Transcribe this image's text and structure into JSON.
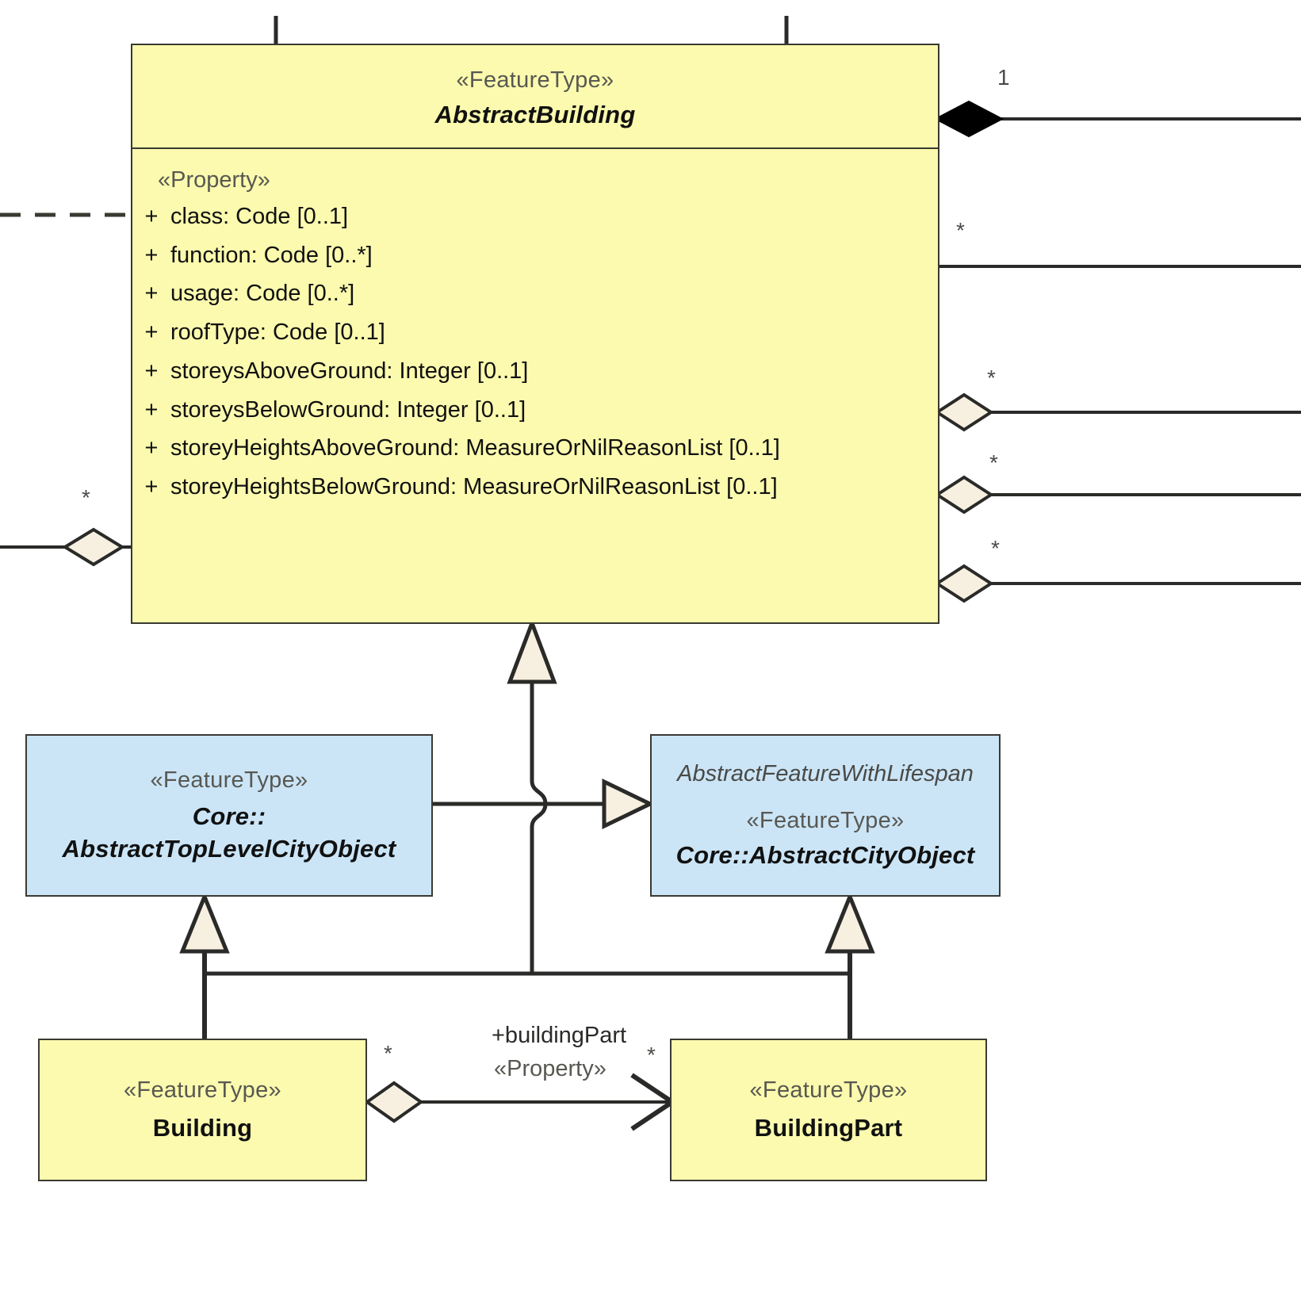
{
  "diagram": {
    "type": "uml-class-diagram",
    "title": "AbstractBuilding class diagram",
    "colors": {
      "class_fill_yellow": "#fbfaae",
      "class_fill_blue": "#cbe5f7",
      "border": "#3a3a32",
      "stereotype_text": "#585852",
      "body_text": "#111111",
      "arrow_fill": "#f7f0e0",
      "background": "#ffffff"
    }
  },
  "classes": {
    "abstract_building": {
      "stereotype": "«FeatureType»",
      "name": "AbstractBuilding",
      "attr_stereotype": "«Property»",
      "attributes": [
        {
          "visibility": "+",
          "text": "class: Code [0..1]"
        },
        {
          "visibility": "+",
          "text": "function: Code [0..*]"
        },
        {
          "visibility": "+",
          "text": "usage: Code [0..*]"
        },
        {
          "visibility": "+",
          "text": "roofType: Code [0..1]"
        },
        {
          "visibility": "+",
          "text": "storeysAboveGround: Integer [0..1]"
        },
        {
          "visibility": "+",
          "text": "storeysBelowGround: Integer [0..1]"
        },
        {
          "visibility": "+",
          "text": "storeyHeightsAboveGround: MeasureOrNilReasonList [0..1]"
        },
        {
          "visibility": "+",
          "text": "storeyHeightsBelowGround: MeasureOrNilReasonList [0..1]"
        }
      ]
    },
    "abstract_top_level_city_object": {
      "stereotype": "«FeatureType»",
      "name_line1": "Core::",
      "name_line2": "AbstractTopLevelCityObject"
    },
    "abstract_city_object": {
      "supertitle": "AbstractFeatureWithLifespan",
      "stereotype": "«FeatureType»",
      "name": "Core::AbstractCityObject"
    },
    "building": {
      "stereotype": "«FeatureType»",
      "name": "Building"
    },
    "building_part": {
      "stereotype": "«FeatureType»",
      "name": "BuildingPart"
    }
  },
  "multiplicities": {
    "composition_right_top": "1",
    "association_right_1": "*",
    "aggregation_right_1": "*",
    "aggregation_right_2": "*",
    "aggregation_right_3": "*",
    "aggregation_left": "*",
    "building_end": "*",
    "building_part_end": "*"
  },
  "edge_labels": {
    "building_part_role": "+buildingPart",
    "building_part_stereotype": "«Property»"
  }
}
